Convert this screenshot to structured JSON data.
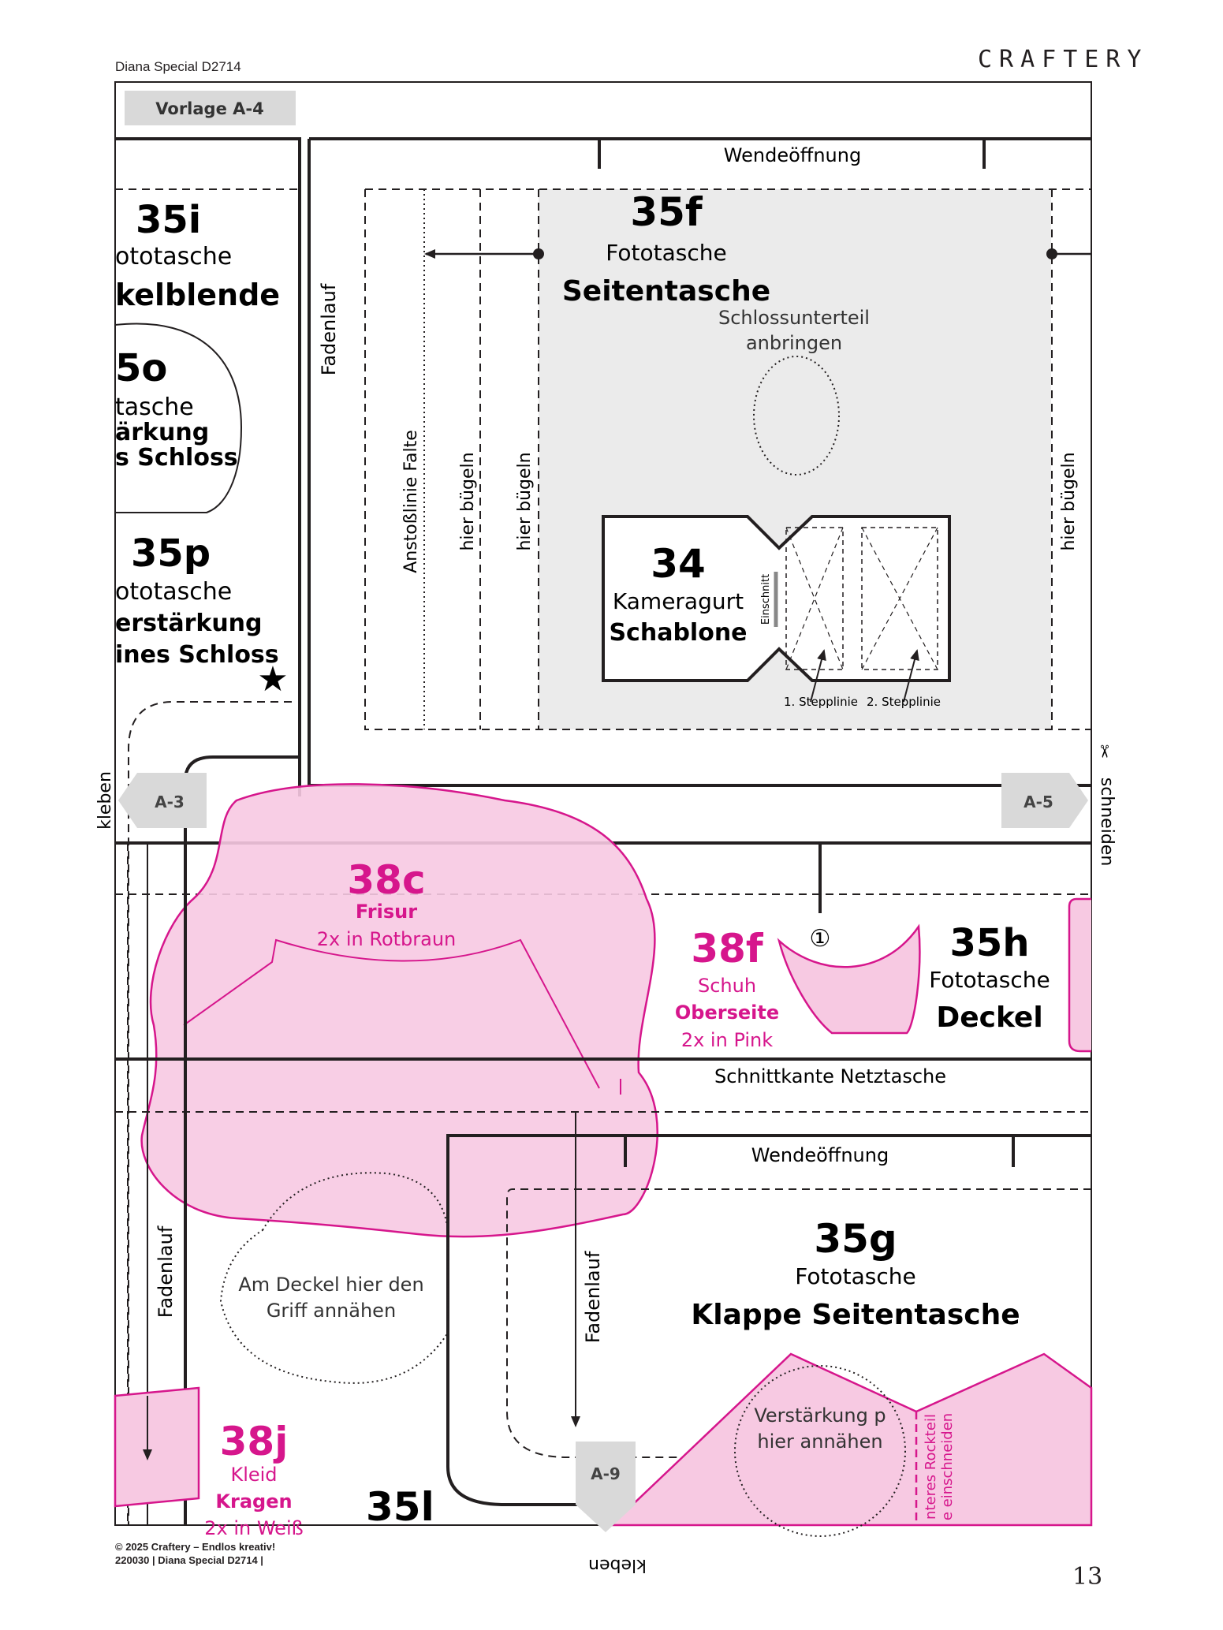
{
  "header": {
    "left": "Diana Special D2714",
    "brand": "CRAFTERY"
  },
  "template_label": "Vorlage A-4",
  "connectors": {
    "a3": "A-3",
    "a5": "A-5",
    "a9": "A-9"
  },
  "edge_labels": {
    "left": "kleben",
    "right": "schneiden",
    "bottom": "kleben"
  },
  "pieces": {
    "p35i": {
      "number": "35i",
      "line1": "ototasche",
      "line2": "kelblende"
    },
    "p35o": {
      "number": "5o",
      "line1": "tasche",
      "line2": "ärkung",
      "line3": "s Schloss"
    },
    "p35p": {
      "number": "35p",
      "line1": "ototasche",
      "line2": "erstärkung",
      "line3": "ines Schloss"
    },
    "p35f": {
      "number": "35f",
      "line1": "Fototasche",
      "line2": "Seitentasche",
      "note1": "Schlossunterteil",
      "note2": "anbringen",
      "top_label": "Wendeöffnung"
    },
    "p34": {
      "number": "34",
      "line1": "Kameragurt",
      "line2": "Schablone",
      "cut": "Einschnitt",
      "stitch1": "1. Stepplinie",
      "stitch2": "2. Stepplinie"
    },
    "p35h": {
      "number": "35h",
      "line1": "Fototasche",
      "line2": "Deckel",
      "mark": "①"
    },
    "p35g": {
      "number": "35g",
      "line1": "Fototasche",
      "line2": "Klappe Seitentasche",
      "top_label": "Wendeöffnung",
      "note1": "Verstärkung p",
      "note2": "hier annähen"
    },
    "p35l": {
      "number": "35l"
    },
    "p38c": {
      "number": "38c",
      "line1": "Frisur",
      "line2": "2x in Rotbraun"
    },
    "p38f": {
      "number": "38f",
      "line1": "Schuh",
      "line2": "Oberseite",
      "line3": "2x in Pink"
    },
    "p38j": {
      "number": "38j",
      "line1": "Kleid",
      "line2": "Kragen",
      "line3": "2x in Weiß"
    }
  },
  "labels": {
    "fadenlauf": "Fadenlauf",
    "anstoss": "Anstoßlinie Falte",
    "buegeln": "hier bügeln",
    "netz": "Schnittkante Netztasche",
    "deckel_note1": "Am Deckel hier den",
    "deckel_note2": "Griff annähen",
    "rock1": "nteres Rockteil",
    "rock2": "e einschneiden"
  },
  "footer": {
    "line1": "© 2025 Craftery – Endlos kreativ!",
    "line2": "220030 | Diana Special D2714 |",
    "page_number": "13"
  },
  "colors": {
    "magenta": "#d6168c",
    "pink_fill": "#f7c9e2",
    "gray_fill": "#ebebeb",
    "line": "#231f20"
  }
}
